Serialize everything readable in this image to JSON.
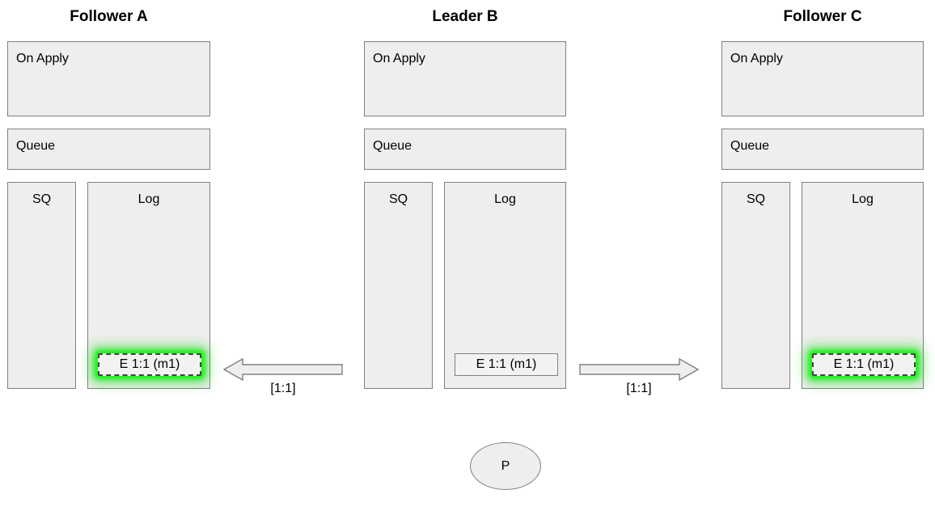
{
  "diagram": {
    "title_row": [
      {
        "label": "Follower A"
      },
      {
        "label": "Leader B"
      },
      {
        "label": "Follower C"
      }
    ],
    "nodes": [
      {
        "id": "follower-a",
        "title": "Follower A",
        "on_apply_label": "On Apply",
        "queue_label": "Queue",
        "sq_label": "SQ",
        "log_label": "Log",
        "log_entries": [
          {
            "text": "E 1:1 (m1)",
            "highlighted": true
          }
        ]
      },
      {
        "id": "leader-b",
        "title": "Leader B",
        "on_apply_label": "On Apply",
        "queue_label": "Queue",
        "sq_label": "SQ",
        "log_label": "Log",
        "log_entries": [
          {
            "text": "E 1:1 (m1)",
            "highlighted": false
          }
        ]
      },
      {
        "id": "follower-c",
        "title": "Follower C",
        "on_apply_label": "On Apply",
        "queue_label": "Queue",
        "sq_label": "SQ",
        "log_label": "Log",
        "log_entries": [
          {
            "text": "E 1:1 (m1)",
            "highlighted": true
          }
        ]
      }
    ],
    "arrows": [
      {
        "id": "arrow-left",
        "direction": "left",
        "label": "[1:1]"
      },
      {
        "id": "arrow-right",
        "direction": "right",
        "label": "[1:1]"
      }
    ],
    "client": {
      "label": "P"
    },
    "colors": {
      "box_fill": "#eeeeee",
      "box_stroke": "#808080",
      "entry_fill": "#f2f2f2",
      "highlight_glow": "#00ff00",
      "text": "#000000",
      "background": "#ffffff"
    }
  }
}
